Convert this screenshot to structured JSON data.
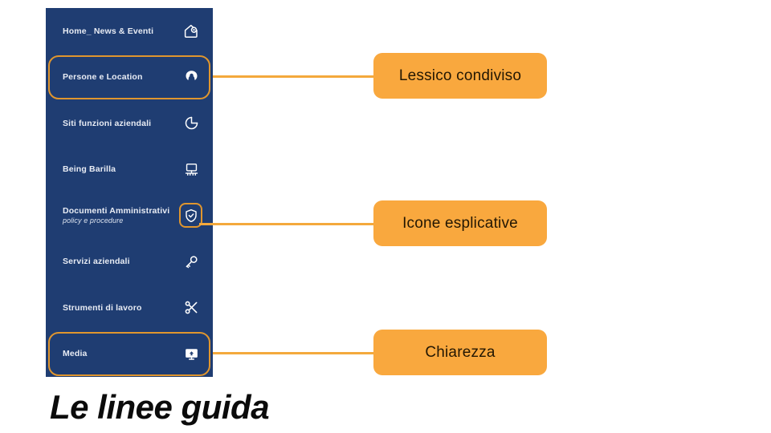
{
  "sidebar": {
    "background_color": "#1F3D72",
    "items": [
      {
        "label": "Home_ News & Eventi",
        "sub": "",
        "icon": "home-pin-icon"
      },
      {
        "label": "Persone e Location",
        "sub": "",
        "icon": "person-pin-icon"
      },
      {
        "label": "Siti funzioni aziendali",
        "sub": "",
        "icon": "pie-segment-icon"
      },
      {
        "label": "Being Barilla",
        "sub": "",
        "icon": "computer-network-icon"
      },
      {
        "label": "Documenti Amministrativi",
        "sub": "policy e procedure",
        "icon": "shield-check-icon"
      },
      {
        "label": "Servizi aziendali",
        "sub": "",
        "icon": "key-icon"
      },
      {
        "label": "Strumenti di lavoro",
        "sub": "",
        "icon": "scissors-icon"
      },
      {
        "label": "Media",
        "sub": "",
        "icon": "monitor-icon"
      }
    ]
  },
  "annotations": {
    "accent_color": "#F9A83E",
    "border_color": "#E0962E",
    "callouts": [
      {
        "text": "Lessico condiviso",
        "target": "Persone e Location"
      },
      {
        "text": "Icone esplicative",
        "target": "Documenti Amministrativi"
      },
      {
        "text": "Chiarezza",
        "target": "Media"
      }
    ]
  },
  "title": "Le linee guida"
}
